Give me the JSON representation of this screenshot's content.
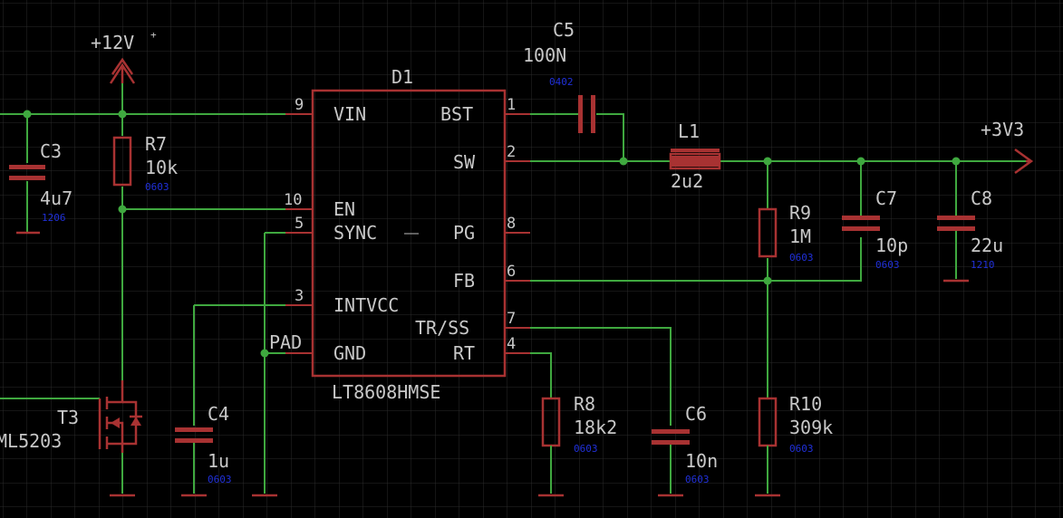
{
  "power": {
    "vin": "+12V",
    "vout": "+3V3"
  },
  "ic": {
    "ref": "D1",
    "value": "LT8608HMSE",
    "pins": {
      "vin": {
        "num": "9",
        "name": "VIN"
      },
      "en": {
        "num": "10",
        "name": "EN"
      },
      "sync": {
        "num": "5",
        "name": "SYNC"
      },
      "intvcc": {
        "num": "3",
        "name": "INTVCC"
      },
      "gnd": {
        "num": "",
        "name": "GND"
      },
      "bst": {
        "num": "1",
        "name": "BST"
      },
      "sw": {
        "num": "2",
        "name": "SW"
      },
      "pg": {
        "num": "8",
        "name": "PG"
      },
      "fb": {
        "num": "6",
        "name": "FB"
      },
      "trss": {
        "num": "7",
        "name": "TR/SS"
      },
      "rt": {
        "num": "4",
        "name": "RT"
      }
    },
    "pad_label": "PAD"
  },
  "components": {
    "C3": {
      "ref": "C3",
      "value": "4u7",
      "pkg": "1206"
    },
    "R7": {
      "ref": "R7",
      "value": "10k",
      "pkg": "0603"
    },
    "T3": {
      "ref": "T3",
      "value": "ML5203"
    },
    "C4": {
      "ref": "C4",
      "value": "1u",
      "pkg": "0603"
    },
    "C5": {
      "ref": "C5",
      "value": "100N",
      "pkg": "0402"
    },
    "L1": {
      "ref": "L1",
      "value": "2u2"
    },
    "R9": {
      "ref": "R9",
      "value": "1M",
      "pkg": "0603"
    },
    "C7": {
      "ref": "C7",
      "value": "10p",
      "pkg": "0603"
    },
    "C8": {
      "ref": "C8",
      "value": "22u",
      "pkg": "1210"
    },
    "R8": {
      "ref": "R8",
      "value": "18k2",
      "pkg": "0603"
    },
    "C6": {
      "ref": "C6",
      "value": "10n",
      "pkg": "0603"
    },
    "R10": {
      "ref": "R10",
      "value": "309k",
      "pkg": "0603"
    }
  },
  "colors": {
    "background": "#000000",
    "grid": "#2a2a2a",
    "wire": "#3fa83f",
    "part": "#a83232",
    "text": "#c8c8c8",
    "package_text": "#2030d8"
  }
}
